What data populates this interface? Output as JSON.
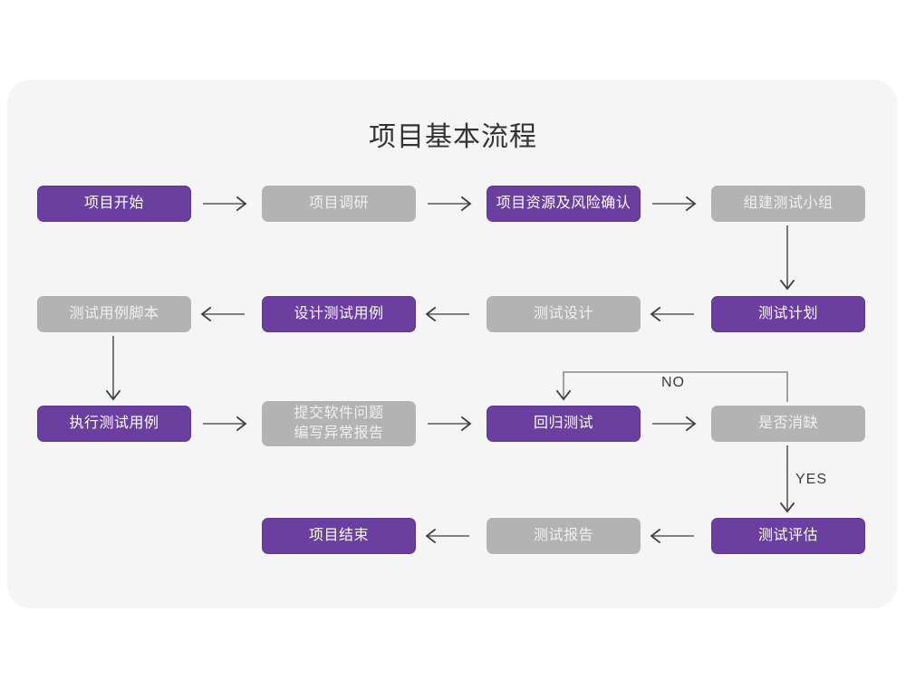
{
  "diagram": {
    "title": "项目基本流程",
    "colors": {
      "page_background": "#ffffff",
      "card_background": "#f5f5f5",
      "accent_purple": "#6b3fa0",
      "muted_gray": "#b3b3b3",
      "connector": "#5a5a5a",
      "title_text": "#333333"
    },
    "nodes": [
      {
        "id": "n1",
        "label": "项目开始",
        "style": "purple",
        "row": 1,
        "col": 1
      },
      {
        "id": "n2",
        "label": "项目调研",
        "style": "gray",
        "row": 1,
        "col": 2
      },
      {
        "id": "n3",
        "label": "项目资源及风险确认",
        "style": "purple",
        "row": 1,
        "col": 3
      },
      {
        "id": "n4",
        "label": "组建测试小组",
        "style": "gray",
        "row": 1,
        "col": 4
      },
      {
        "id": "n5",
        "label": "测试用例脚本",
        "style": "gray",
        "row": 2,
        "col": 1
      },
      {
        "id": "n6",
        "label": "设计测试用例",
        "style": "purple",
        "row": 2,
        "col": 2
      },
      {
        "id": "n7",
        "label": "测试设计",
        "style": "gray",
        "row": 2,
        "col": 3
      },
      {
        "id": "n8",
        "label": "测试计划",
        "style": "purple",
        "row": 2,
        "col": 4
      },
      {
        "id": "n9",
        "label": "执行测试用例",
        "style": "purple",
        "row": 3,
        "col": 1
      },
      {
        "id": "n10",
        "label": "提交软件问题\n编写异常报告",
        "style": "gray",
        "row": 3,
        "col": 2
      },
      {
        "id": "n11",
        "label": "回归测试",
        "style": "purple",
        "row": 3,
        "col": 3
      },
      {
        "id": "n12",
        "label": "是否消缺",
        "style": "gray",
        "row": 3,
        "col": 4
      },
      {
        "id": "n13",
        "label": "项目结束",
        "style": "purple",
        "row": 4,
        "col": 2
      },
      {
        "id": "n14",
        "label": "测试报告",
        "style": "gray",
        "row": 4,
        "col": 3
      },
      {
        "id": "n15",
        "label": "测试评估",
        "style": "purple",
        "row": 4,
        "col": 4
      }
    ],
    "edge_labels": {
      "no": "NO",
      "yes": "YES"
    },
    "edges": [
      {
        "from": "n1",
        "to": "n2",
        "direction": "right"
      },
      {
        "from": "n2",
        "to": "n3",
        "direction": "right"
      },
      {
        "from": "n3",
        "to": "n4",
        "direction": "right"
      },
      {
        "from": "n4",
        "to": "n8",
        "direction": "down"
      },
      {
        "from": "n8",
        "to": "n7",
        "direction": "left"
      },
      {
        "from": "n7",
        "to": "n6",
        "direction": "left"
      },
      {
        "from": "n6",
        "to": "n5",
        "direction": "left"
      },
      {
        "from": "n5",
        "to": "n9",
        "direction": "down"
      },
      {
        "from": "n9",
        "to": "n10",
        "direction": "right"
      },
      {
        "from": "n10",
        "to": "n11",
        "direction": "right"
      },
      {
        "from": "n11",
        "to": "n12",
        "direction": "right"
      },
      {
        "from": "n12",
        "to": "n11",
        "direction": "loop-up-left",
        "label": "NO"
      },
      {
        "from": "n12",
        "to": "n15",
        "direction": "down",
        "label": "YES"
      },
      {
        "from": "n15",
        "to": "n14",
        "direction": "left"
      },
      {
        "from": "n14",
        "to": "n13",
        "direction": "left"
      }
    ]
  }
}
